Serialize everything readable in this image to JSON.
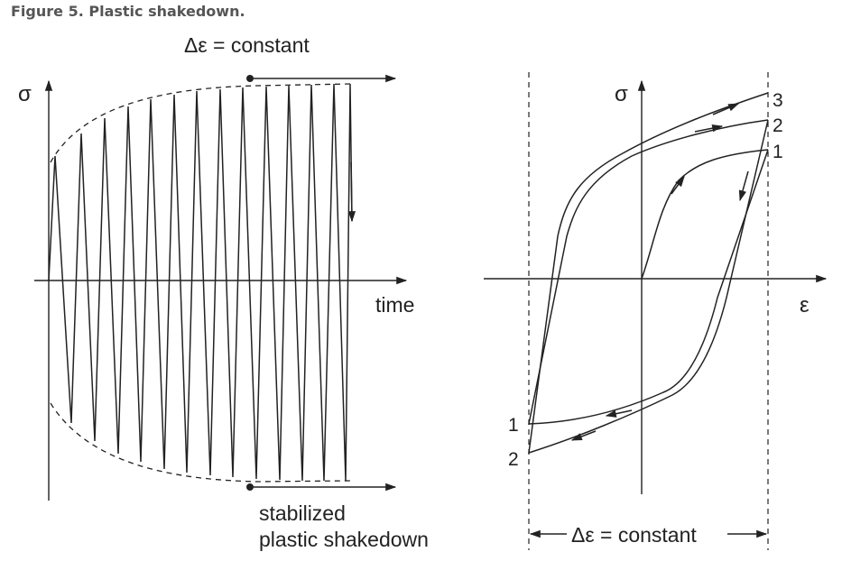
{
  "figure_title": "Figure 5. Plastic shakedown.",
  "colors": {
    "ink": "#222222",
    "title": "#555555"
  },
  "left_panel": {
    "y_label": "σ",
    "x_label": "time",
    "top_label": "Δε = constant",
    "bottom_label_line1": "stabilized",
    "bottom_label_line2": "plastic shakedown"
  },
  "right_panel": {
    "y_label": "σ",
    "x_label": "ε",
    "bottom_label": "Δε = constant",
    "cycle_labels_top": [
      "3",
      "2",
      "1"
    ],
    "cycle_labels_bottom": [
      "1",
      "2"
    ]
  }
}
